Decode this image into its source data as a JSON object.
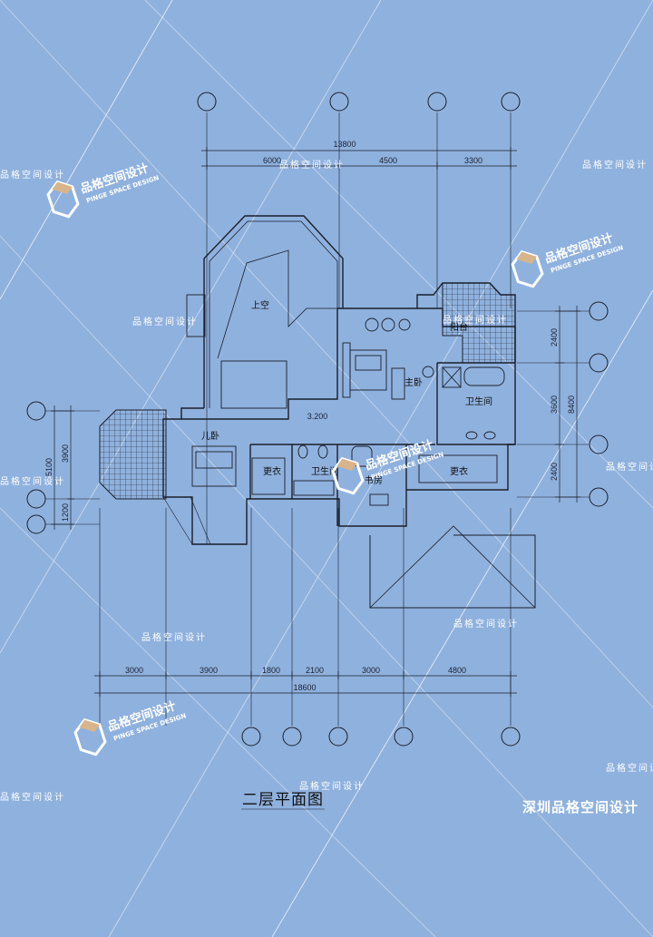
{
  "title": "二层平面图",
  "brand": "深圳品格空间设计",
  "watermark_text": "品格空间设计",
  "logo_text": "品格空间设计",
  "logo_sub": "PINGE SPACE DESIGN",
  "top_dims": {
    "total": "13800",
    "segments": [
      "6000",
      "4500",
      "3300"
    ]
  },
  "bottom_dims": {
    "total": "18600",
    "segments": [
      "3000",
      "3900",
      "1800",
      "2100",
      "3000",
      "4800"
    ]
  },
  "left_dims": {
    "total": "5100",
    "segments": [
      "3900",
      "1200"
    ]
  },
  "right_dims": {
    "total": "8400",
    "segments": [
      "2400",
      "3600",
      "2400"
    ]
  },
  "level": "3.200",
  "rooms": {
    "void": "上空",
    "balcony": "阳台",
    "master_bedroom": "主卧",
    "master_bath": "卫生间",
    "kids_room": "儿卧",
    "closet1": "更衣",
    "bath2": "卫生间",
    "study": "书房",
    "closet2": "更衣"
  },
  "colors": {
    "background": "#8fb1de",
    "line": "#1a1f2a",
    "watermark": "#ffffff"
  }
}
